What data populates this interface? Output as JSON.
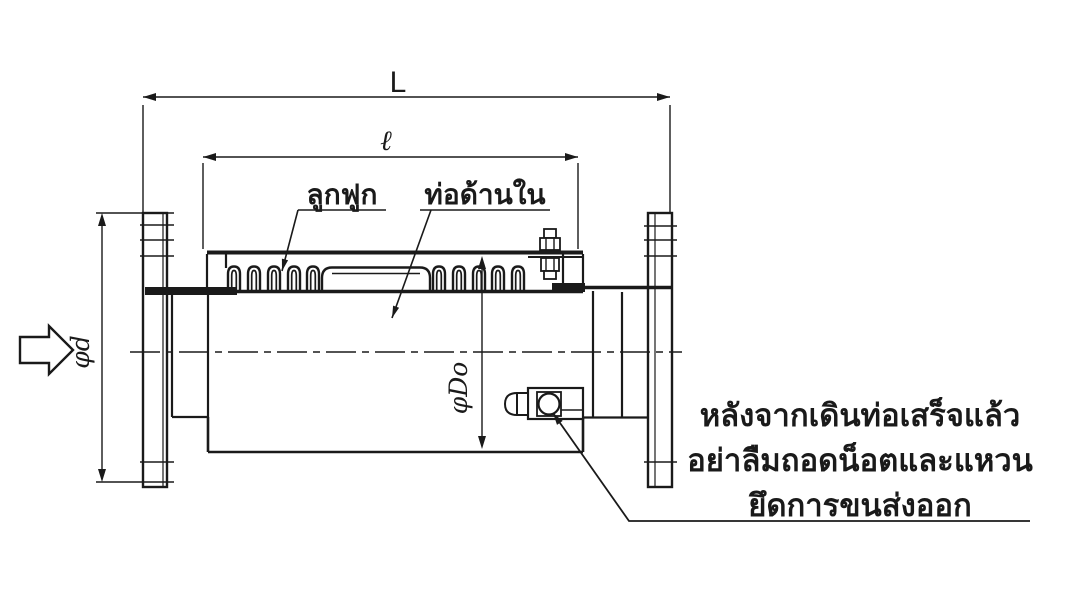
{
  "drawing": {
    "type": "bellows-expansion-joint-section",
    "dimensions": {
      "overall_length_label": "L",
      "flexible_length_label": "ℓ",
      "bore_diameter_label": "φd",
      "shell_diameter_label": "φDo"
    },
    "part_labels": {
      "bellows": "ลูกฟูก",
      "inner_pipe": "ท่อด้านใน"
    },
    "note": {
      "lines": [
        "หลังจากเดินท่อเสร็จแล้ว",
        "อย่าลืมถอดน็อตและแหวน",
        "ยึดการขนส่งออก"
      ]
    },
    "colors": {
      "line": "#1a1a1a",
      "background": "#ffffff"
    }
  }
}
